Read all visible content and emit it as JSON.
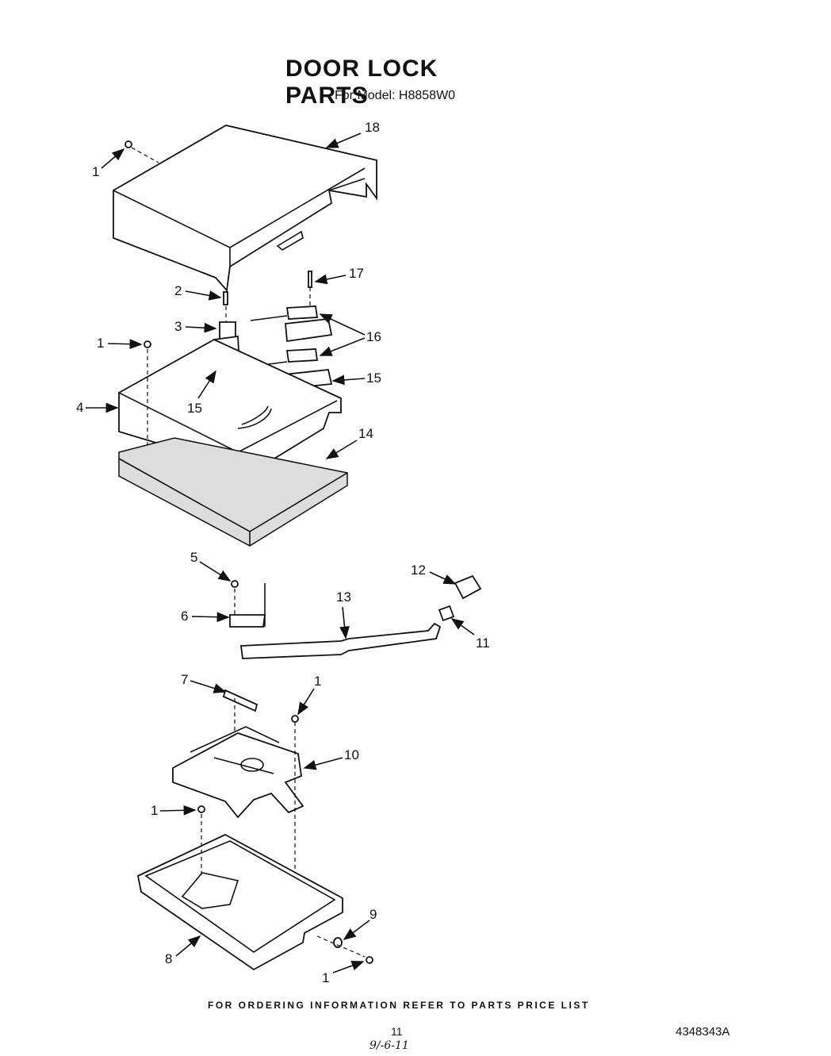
{
  "title": "DOOR LOCK PARTS",
  "subtitle": "For Model: H8858W0",
  "footer": {
    "ordering_note": "FOR ORDERING INFORMATION REFER TO PARTS PRICE LIST",
    "page_number": "11",
    "doc_code": "4348343A",
    "handwritten": "9/-6-11"
  },
  "callouts": [
    {
      "id": "c18",
      "label": "18"
    },
    {
      "id": "c1a",
      "label": "1"
    },
    {
      "id": "c17",
      "label": "17"
    },
    {
      "id": "c2",
      "label": "2"
    },
    {
      "id": "c3",
      "label": "3"
    },
    {
      "id": "c16",
      "label": "16"
    },
    {
      "id": "c1b",
      "label": "1"
    },
    {
      "id": "c15a",
      "label": "15"
    },
    {
      "id": "c15b",
      "label": "15"
    },
    {
      "id": "c4",
      "label": "4"
    },
    {
      "id": "c14",
      "label": "14"
    },
    {
      "id": "c5",
      "label": "5"
    },
    {
      "id": "c12",
      "label": "12"
    },
    {
      "id": "c13",
      "label": "13"
    },
    {
      "id": "c6",
      "label": "6"
    },
    {
      "id": "c11",
      "label": "11"
    },
    {
      "id": "c7",
      "label": "7"
    },
    {
      "id": "c1c",
      "label": "1"
    },
    {
      "id": "c10",
      "label": "10"
    },
    {
      "id": "c1d",
      "label": "1"
    },
    {
      "id": "c9",
      "label": "9"
    },
    {
      "id": "c8",
      "label": "8"
    },
    {
      "id": "c1e",
      "label": "1"
    }
  ]
}
